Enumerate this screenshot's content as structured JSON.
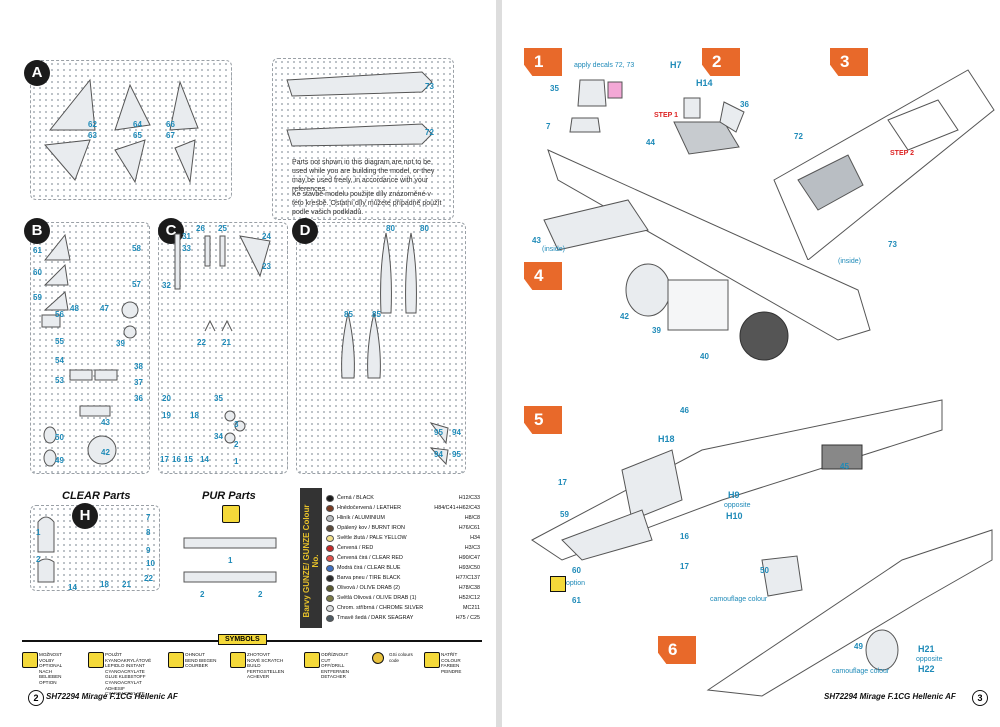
{
  "sprue_A": {
    "letter": "A",
    "numbers": [
      "62",
      "64",
      "66",
      "63",
      "65",
      "67",
      "73",
      "72"
    ]
  },
  "parts_note": {
    "en": "Parts not shown in this diagram are not to be used while you are building the model, or they may be used freely, in accordance with your references.",
    "cz": "Ke stavbě modelu použijte díly znázorněné v této kresbě. Ostatní díly můžete případně použít podle vašich podkladů."
  },
  "sprue_B": {
    "letter": "B",
    "numbers": [
      "61",
      "58",
      "60",
      "57",
      "59",
      "48",
      "47",
      "56",
      "55",
      "39",
      "54",
      "38",
      "53",
      "37",
      "36",
      "43",
      "50",
      "42",
      "49"
    ]
  },
  "sprue_C": {
    "letter": "C",
    "numbers": [
      "26",
      "25",
      "31",
      "24",
      "33",
      "23",
      "32",
      "22",
      "21",
      "20",
      "19",
      "18",
      "17",
      "16",
      "15",
      "14",
      "35",
      "34",
      "3",
      "2",
      "1"
    ]
  },
  "sprue_D": {
    "letter": "D",
    "numbers": [
      "80",
      "80",
      "85",
      "85",
      "95",
      "94",
      "94",
      "95"
    ]
  },
  "clear_parts": {
    "title": "CLEAR Parts",
    "letter": "H",
    "numbers": [
      "7",
      "8",
      "9",
      "10",
      "22",
      "21",
      "18",
      "14",
      "2",
      "1"
    ]
  },
  "pur_parts": {
    "title": "PUR Parts",
    "numbers": [
      "1",
      "2"
    ]
  },
  "colour_table": {
    "header": "Barvy GUNZE/ GUNZE Colour No.",
    "rows": [
      {
        "name": "Černá / BLACK",
        "code": "H12/C33",
        "color": "#1a1a1a"
      },
      {
        "name": "Hnědočervená / LEATHER",
        "code": "H84/C41+H62/C43",
        "color": "#7a3b22"
      },
      {
        "name": "Hliník / ALUMINIUM",
        "code": "H8/C8",
        "color": "#b8bcc0"
      },
      {
        "name": "Opálený kov / BURNT IRON",
        "code": "H76/C61",
        "color": "#5b4a3a"
      },
      {
        "name": "Světle žlutá / PALE YELLOW",
        "code": "H34",
        "color": "#f2e08a"
      },
      {
        "name": "Červená / RED",
        "code": "H3/C3",
        "color": "#c62828"
      },
      {
        "name": "Červená čirá / CLEAR RED",
        "code": "H90/C47",
        "color": "#e0504a"
      },
      {
        "name": "Modrá čirá / CLEAR BLUE",
        "code": "H93/C50",
        "color": "#3d6fc2"
      },
      {
        "name": "Barva pneu / TIRE BLACK",
        "code": "H77/C137",
        "color": "#2a2a2a"
      },
      {
        "name": "Olivová / OLIVE DRAB (2)",
        "code": "H78/C38",
        "color": "#5a5a2e"
      },
      {
        "name": "Světlá Olivová / OLIVE DRAB (1)",
        "code": "H52/C12",
        "color": "#7b7b46"
      },
      {
        "name": "Chrom. stříbrná / CHROME SILVER",
        "code": "MC211",
        "color": "#d9dcde"
      },
      {
        "name": "Tmavě šedá / DARK SEAGRAY",
        "code": "H75 / C25",
        "color": "#4e5b63"
      }
    ]
  },
  "symbols": {
    "header": "SYMBOLS",
    "items": [
      {
        "text": "MOŽNOST VOLBY OPTIONAL NACH BELIEBEN OPTION"
      },
      {
        "text": "POUŽIT KYANOAKRYLÁTOVÉ LEPIDLO INSTANT CYANOACRYLATE GLUE KLEBSTOFF CYANOACRYLAT ADHESIF CYANOACRYLATE"
      },
      {
        "text": "OHNOUT BEND BIEGEN COURBER"
      },
      {
        "text": "ZHOTOVIT NOVÉ SCRATCH BUILD FERTIGSTELLEN ACHEVER"
      },
      {
        "text": "ODŘÍZNOUT CUT OFF/DRILL ENTFERNEN DETACHER"
      },
      {
        "text": "GSi colours code"
      },
      {
        "text": "NATŘÍT COLOUR FARBEN PEINDRE"
      }
    ]
  },
  "footer_left": {
    "page": "2",
    "text": "SH72294 Mirage F.1CG Hellenic AF"
  },
  "footer_right": {
    "page": "3",
    "text": "SH72294 Mirage F.1CG Hellenic AF"
  },
  "steps": {
    "s1": {
      "num": "1",
      "note": "apply decals 72, 73",
      "parts": [
        "35",
        "7"
      ]
    },
    "s2": {
      "num": "2",
      "parts": [
        "H7",
        "H14",
        "36",
        "44"
      ],
      "sub": "STEP 1"
    },
    "s3": {
      "num": "3",
      "parts": [
        "72",
        "73"
      ],
      "sub": "STEP 2",
      "inside": "(inside)"
    },
    "s4": {
      "num": "4",
      "parts": [
        "43",
        "42",
        "39",
        "40"
      ],
      "inside": "(inside)"
    },
    "s5": {
      "num": "5",
      "parts": [
        "46",
        "H18",
        "45",
        "17",
        "59",
        "16",
        "60",
        "17",
        "61"
      ],
      "option": "option",
      "h9": "H9",
      "h9_note": "opposite",
      "h10": "H10"
    },
    "s6": {
      "num": "6",
      "parts": [
        "50",
        "49"
      ],
      "camo1": "camouflage colour",
      "camo2": "camouflage colour",
      "h21": "H21",
      "h21_note": "opposite",
      "h22": "H22"
    }
  }
}
